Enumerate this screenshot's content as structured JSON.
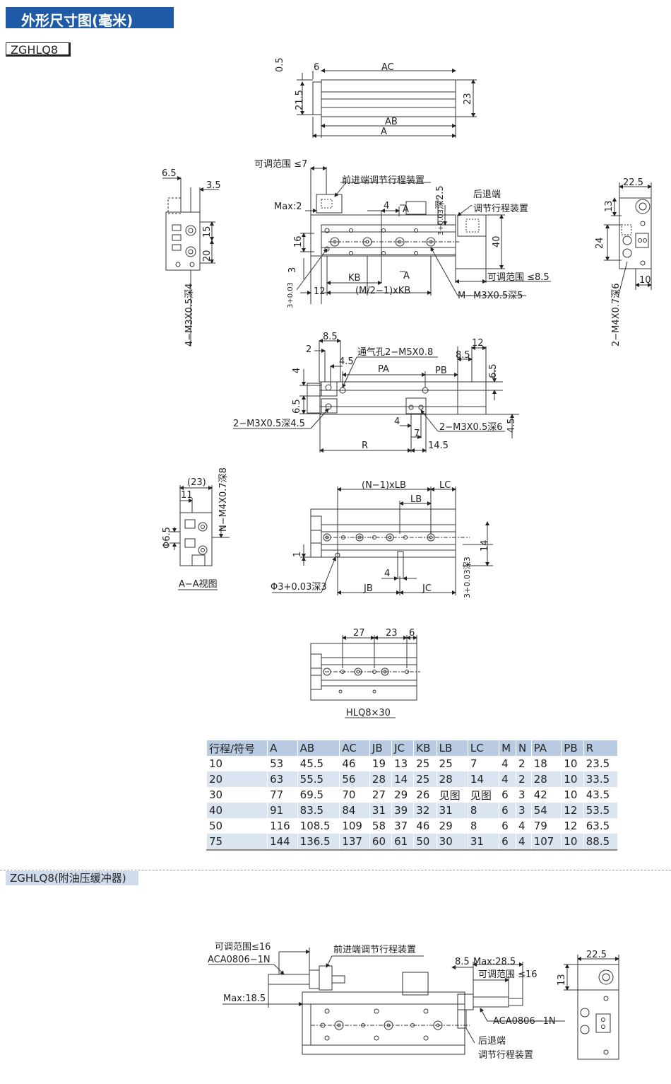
{
  "header": {
    "title": "外形尺寸图(毫米)",
    "model": "ZGHLQ8"
  },
  "top_view": {
    "dims": {
      "d05": "0.5",
      "d215": "21.5",
      "d6": "6",
      "ac": "AC",
      "d23": "23",
      "ab": "AB",
      "a": "A"
    }
  },
  "main_view": {
    "labels": {
      "adj7": "可调范围 ≤7",
      "front_adj": "前进端调节行程装置",
      "max2": "Max:2",
      "d4": "4",
      "secA": "A",
      "rear1": "后退端",
      "rear2": "调节行程装置",
      "deep25": "深2.5",
      "tol": "3+0.03",
      "d16": "16",
      "d3": "3",
      "d40": "40",
      "kb": "KB",
      "adj85": "可调范围 ≤8.5",
      "d12": "12",
      "mkb": "(M/2−1)xKB",
      "mthread": "M−M3X0.5深5",
      "tol2": "3+0.03",
      "secA2": "A"
    }
  },
  "left_side": {
    "labels": {
      "d65": "6.5",
      "d35": "3.5",
      "d15": "15",
      "d20": "20",
      "thread": "4−M3X0.5深4"
    }
  },
  "right_side": {
    "labels": {
      "d225": "22.5",
      "d13": "13",
      "d24": "24",
      "d10": "10",
      "thread": "2−M4X0.7深6"
    }
  },
  "bottom_view": {
    "labels": {
      "d85a": "8.5",
      "d2": "2",
      "vent": "通气孔2−M5X0.8",
      "d12": "12",
      "d85b": "8.5",
      "d45": "4.5",
      "pa": "PA",
      "pb": "PB",
      "d4": "4",
      "d65a": "6.5",
      "d65b": "6.5",
      "thread1": "2−M3X0.5深4.5",
      "d4b": "4",
      "d7": "7",
      "thread2": "2−M3X0.5深6",
      "d45b": "4.5",
      "r": "R",
      "d145": "14.5"
    }
  },
  "section_view": {
    "labels": {
      "d23": "(23)",
      "d11": "11",
      "thread": "N−M4X0.7深8",
      "phi65": "Φ6.5",
      "caption": "A−A视图"
    }
  },
  "front_view2": {
    "labels": {
      "nlb": "(N−1)xLB",
      "lc": "LC",
      "lb": "LB",
      "d1": "1",
      "d14": "14",
      "d4": "4",
      "phi3": "Φ3+0.03深3",
      "jb": "JB",
      "jc": "JC",
      "deep": "3+0.03深3"
    }
  },
  "special_view": {
    "labels": {
      "d27": "27",
      "d23": "23",
      "d6": "6",
      "caption": "HLQ8×30"
    }
  },
  "spec_table": {
    "headers": [
      "行程/符号",
      "A",
      "AB",
      "AC",
      "JB",
      "JC",
      "KB",
      "LB",
      "LC",
      "M",
      "N",
      "PA",
      "PB",
      "R"
    ],
    "rows": [
      [
        "10",
        "53",
        "45.5",
        "46",
        "19",
        "13",
        "25",
        "25",
        "7",
        "4",
        "2",
        "18",
        "10",
        "23.5"
      ],
      [
        "20",
        "63",
        "55.5",
        "56",
        "28",
        "14",
        "25",
        "28",
        "14",
        "4",
        "2",
        "28",
        "10",
        "33.5"
      ],
      [
        "30",
        "77",
        "69.5",
        "70",
        "27",
        "29",
        "26",
        "见图",
        "见图",
        "6",
        "3",
        "42",
        "10",
        "43.5"
      ],
      [
        "40",
        "91",
        "83.5",
        "84",
        "31",
        "39",
        "32",
        "31",
        "8",
        "6",
        "3",
        "54",
        "12",
        "53.5"
      ],
      [
        "50",
        "116",
        "108.5",
        "109",
        "58",
        "37",
        "46",
        "29",
        "8",
        "6",
        "4",
        "79",
        "12",
        "63.5"
      ],
      [
        "75",
        "144",
        "136.5",
        "137",
        "60",
        "61",
        "50",
        "30",
        "31",
        "6",
        "4",
        "107",
        "10",
        "88.5"
      ]
    ]
  },
  "section2": {
    "title": "ZGHLQ8(附油压缓冲器)",
    "labels": {
      "adj16a": "可调范围≤16",
      "aca1": "ACA0806−1N",
      "front_adj": "前进端调节行程装置",
      "d85": "8.5",
      "max285": "Max:28.5",
      "adj16b": "可调范围 ≤16",
      "max185": "Max:18.5",
      "aca2": "ACA0806−1N",
      "rear1": "后退端",
      "rear2": "调节行程装置",
      "d225": "22.5",
      "d13": "13"
    }
  },
  "colors": {
    "banner": "#1f5aa6",
    "table_header": "#b9cbe3",
    "table_alt": "#dbe5f2",
    "section2_bg": "#cfdbeb"
  }
}
